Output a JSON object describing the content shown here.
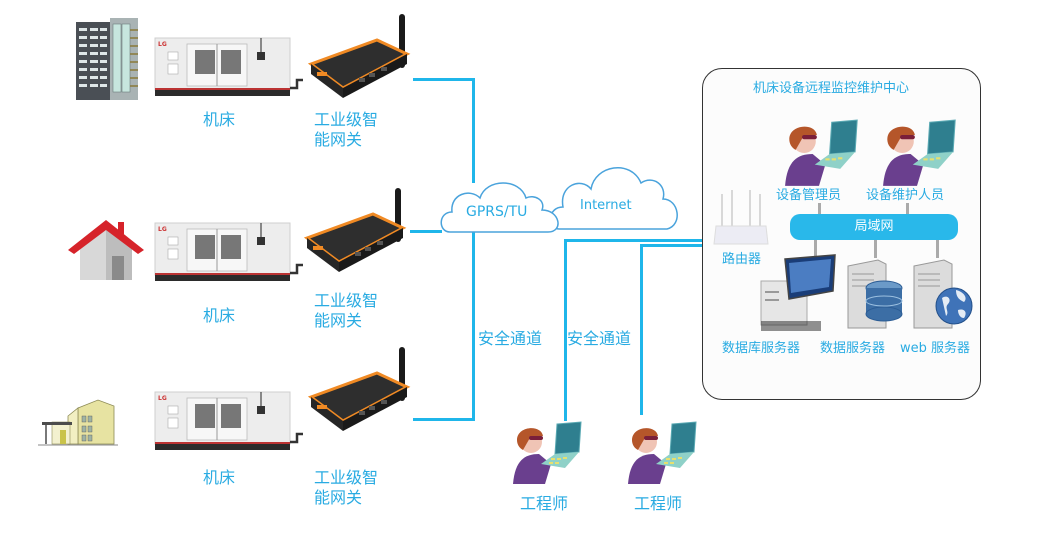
{
  "title": "机床设备远程监控维护中心",
  "colors": {
    "link_line": "#1fb6ea",
    "label_text": "#29abe2",
    "lan_bar": "#29b8ea",
    "gateway_accent": "#f08a24",
    "center_border": "#333333"
  },
  "sites": [
    {
      "site_icon": "office-building-icon",
      "machine_label": "机床",
      "gateway_label_line1": "工业级智",
      "gateway_label_line2": "能网关"
    },
    {
      "site_icon": "house-icon",
      "machine_label": "机床",
      "gateway_label_line1": "工业级智",
      "gateway_label_line2": "能网关"
    },
    {
      "site_icon": "factory-building-icon",
      "machine_label": "机床",
      "gateway_label_line1": "工业级智",
      "gateway_label_line2": "能网关"
    }
  ],
  "clouds": {
    "gprs": "GPRS/TU",
    "internet": "Internet"
  },
  "channels": [
    "安全通道",
    "安全通道"
  ],
  "engineers": [
    "工程师",
    "工程师"
  ],
  "center": {
    "title": "机床设备远程监控维护中心",
    "staff": [
      "设备管理员",
      "设备维护人员"
    ],
    "lan": "局域网",
    "router": "路由器",
    "servers": [
      "数据库服务器",
      "数据服务器",
      "web 服务器"
    ]
  }
}
